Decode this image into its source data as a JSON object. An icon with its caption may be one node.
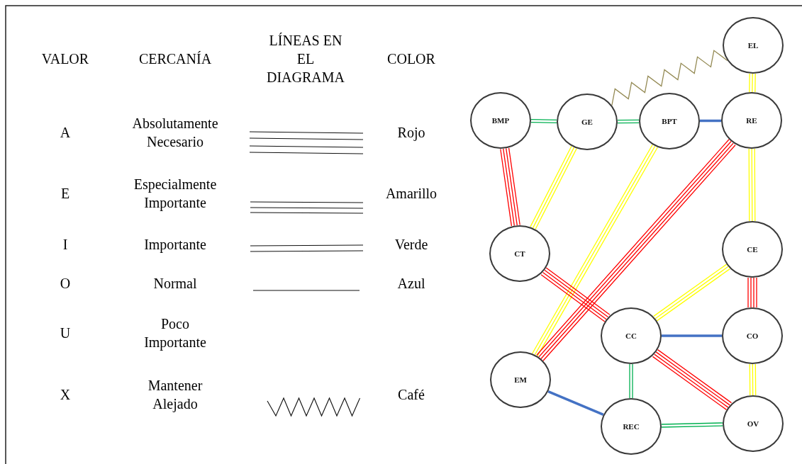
{
  "diagram": {
    "nodes": [
      {
        "text": [
          "EL"
        ]
      },
      {
        "text": [
          "BMP"
        ]
      },
      {
        "text": [
          "GE"
        ]
      },
      {
        "text": [
          "BPT"
        ]
      },
      {
        "text": [
          "RE"
        ]
      },
      {
        "text": [
          "CT"
        ]
      },
      {
        "text": [
          "CE"
        ]
      },
      {
        "text": [
          "CC"
        ]
      },
      {
        "text": [
          "CO"
        ]
      },
      {
        "text": [
          "EM"
        ]
      },
      {
        "text": [
          "REC"
        ]
      },
      {
        "text": [
          "OV"
        ]
      }
    ],
    "edges": [
      {
        "from": 2,
        "to": 0,
        "arrow": "none",
        "color": "#948a54"
      },
      {
        "from": 1,
        "to": 2,
        "arrow": "none",
        "color": "#00b050"
      },
      {
        "from": 2,
        "to": 3,
        "arrow": "none",
        "color": "#00b050"
      },
      {
        "from": 3,
        "to": 4,
        "arrow": "none",
        "color": "#4472c4",
        "style": "thick"
      },
      {
        "from": 0,
        "to": 4,
        "arrow": "none",
        "color": "#ffff00"
      },
      {
        "from": 1,
        "to": 5,
        "arrow": "none",
        "color": "#ff0000"
      },
      {
        "from": 2,
        "to": 5,
        "arrow": "none",
        "color": "#ffff00"
      },
      {
        "from": 3,
        "to": 9,
        "arrow": "none",
        "color": "#ffff00"
      },
      {
        "from": 4,
        "to": 9,
        "arrow": "none",
        "color": "#ff0000"
      },
      {
        "from": 4,
        "to": 6,
        "arrow": "none",
        "color": "#ffff00"
      },
      {
        "from": 5,
        "to": 7,
        "arrow": "none",
        "color": "#ff0000"
      },
      {
        "from": 6,
        "to": 7,
        "arrow": "none",
        "color": "#ffff00"
      },
      {
        "from": 6,
        "to": 8,
        "arrow": "none",
        "color": "#ff0000"
      },
      {
        "from": 7,
        "to": 8,
        "arrow": "none",
        "color": "#4472c4",
        "style": "thick"
      },
      {
        "from": 7,
        "to": 10,
        "arrow": "none",
        "color": "#00b050"
      },
      {
        "from": 7,
        "to": 11,
        "arrow": "none",
        "color": "#ff0000"
      },
      {
        "from": 8,
        "to": 11,
        "arrow": "none",
        "color": "#ffff00"
      },
      {
        "from": 9,
        "to": 10,
        "arrow": "none",
        "color": "#4472c4",
        "style": "thick"
      },
      {
        "from": 10,
        "to": 11,
        "arrow": "none",
        "color": "#00b050"
      }
    ],
    "labels": [
      "VALOR",
      "CERCANÍA",
      "LÍNEAS EN EL DIAGRAMA",
      "COLOR",
      "A",
      "Absolutamente Necesario",
      "Rojo",
      "E",
      "Especialmente Importante",
      "Amarillo",
      "I",
      "Importante",
      "Verde",
      "O",
      "Normal",
      "Azul",
      "U",
      "Poco Importante",
      "X",
      "Mantener Alejado",
      "Café"
    ]
  }
}
